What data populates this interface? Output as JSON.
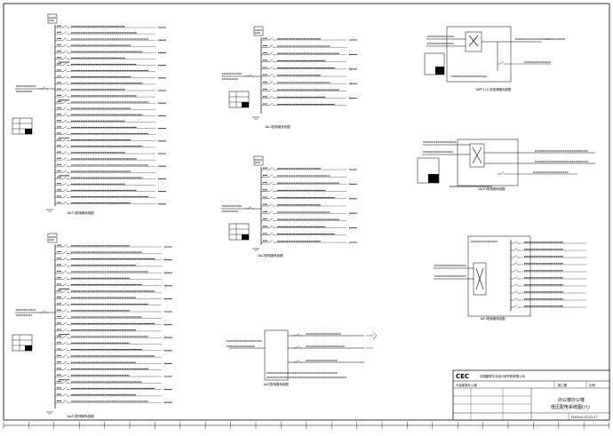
{
  "drawing": {
    "company_logo": "CEC",
    "company_name": "中国建筑东北设计研究院有限公司",
    "project_name": "大连某某办公楼",
    "drawing_title_line1": "办公楼办公楼",
    "drawing_title_line2": "低压配电系统图(六)",
    "drawing_number": "FD0010-01/15-17",
    "stage": "施工图",
    "scale": "比例"
  },
  "panels": [
    {
      "id": "p1",
      "caption": "1ALF1配电箱系统图"
    },
    {
      "id": "p2",
      "caption": "1ALF2配电箱系统图"
    },
    {
      "id": "p3",
      "caption": "1AL1配电箱系统图"
    },
    {
      "id": "p4",
      "caption": "1AL2配电箱系统图"
    },
    {
      "id": "p5",
      "caption": "1APF1(2)双电源箱系统图"
    },
    {
      "id": "p6",
      "caption": "1ACF1配电箱系统图"
    },
    {
      "id": "p7",
      "caption": "1AP1配电箱系统图"
    },
    {
      "id": "p8",
      "caption": "1ACF配电箱系统图"
    }
  ]
}
